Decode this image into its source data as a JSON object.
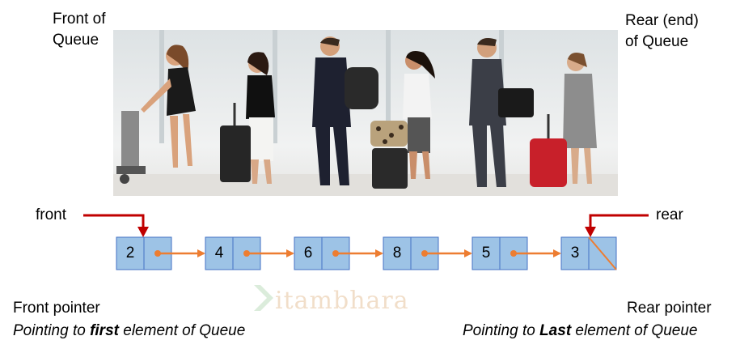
{
  "labels": {
    "front_of_queue": "Front of\nQueue",
    "rear_of_queue": "Rear (end)\nof Queue",
    "front": "front",
    "rear": "rear",
    "front_pointer_title": "Front pointer",
    "front_pointer_desc_pre": "Pointing to ",
    "front_pointer_desc_emph": "first",
    "front_pointer_desc_post": " element of Queue",
    "rear_pointer_title": "Rear pointer",
    "rear_pointer_desc_pre": "Pointing to ",
    "rear_pointer_desc_emph": "Last",
    "rear_pointer_desc_post": " element of Queue",
    "watermark": "itambhara"
  },
  "queue": {
    "values": [
      "2",
      "4",
      "6",
      "8",
      "5",
      "3"
    ],
    "last_node_next": "null"
  },
  "colors": {
    "node_fill": "#9dc3e6",
    "node_stroke": "#4472c4",
    "link_arrow": "#ed7d31",
    "pointer_arrow": "#c00000"
  }
}
